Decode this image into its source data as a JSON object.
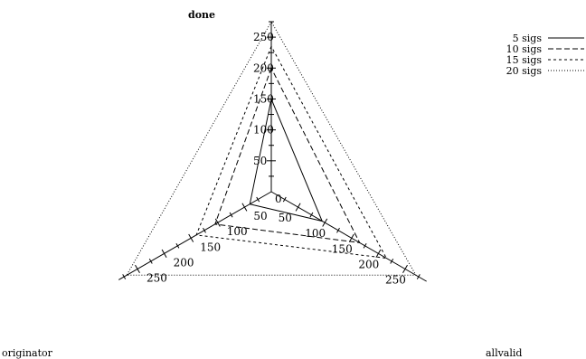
{
  "chart_data": {
    "type": "radar",
    "axes": [
      "done",
      "originator",
      "allvalid"
    ],
    "axis_ticks": [
      "0",
      "50",
      "100",
      "150",
      "200",
      "250"
    ],
    "range": [
      0,
      275
    ],
    "series": [
      {
        "name": "5 sigs",
        "values": [
          150,
          40,
          95
        ],
        "dash": "none"
      },
      {
        "name": "10 sigs",
        "values": [
          200,
          105,
          165
        ],
        "dash": "6,3"
      },
      {
        "name": "15 sigs",
        "values": [
          235,
          140,
          215
        ],
        "dash": "3,3"
      },
      {
        "name": "20 sigs",
        "values": [
          275,
          270,
          270
        ],
        "dash": "1,2"
      }
    ],
    "legend_position": "top-right"
  }
}
